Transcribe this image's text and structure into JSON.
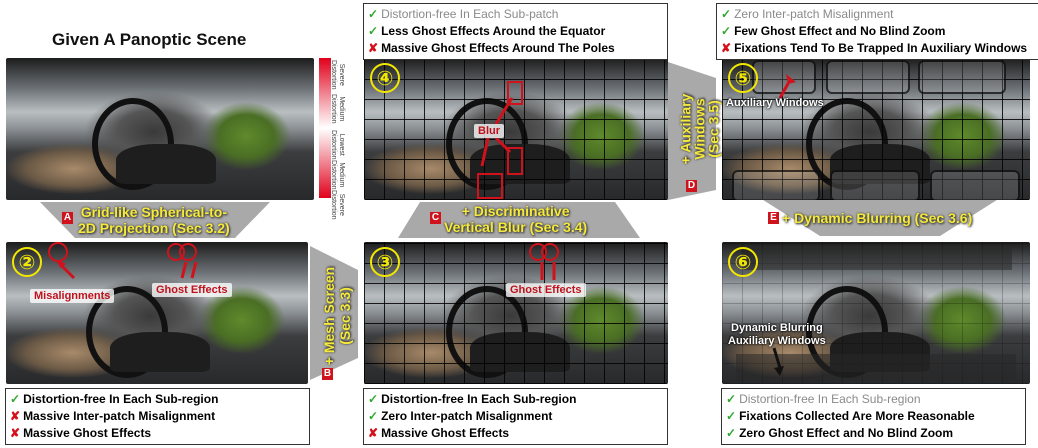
{
  "title": "Given A Panoptic Scene",
  "scale": {
    "severe_top": "Severe\nDistortion",
    "medium_top": "Medium\nDistortion",
    "lowest": "Lowest\nDistortion",
    "medium_bottom": "Medium\nDistortion",
    "severe_bottom": "Severe\nDistortion"
  },
  "steps": {
    "A": {
      "tag": "A",
      "text": "Grid-like Spherical-to-\n2D Projection (Sec 3.2)"
    },
    "B": {
      "tag": "B",
      "text": "+ Mesh Screen\n(Sec 3.3)"
    },
    "C": {
      "tag": "C",
      "text": "+ Discriminative\nVertical Blur (Sec 3.4)"
    },
    "D": {
      "tag": "D",
      "text": "+ Auxiliary\nWindows\n(Sec 3.5)"
    },
    "E": {
      "tag": "E",
      "text": "+ Dynamic Blurring (Sec 3.6)"
    }
  },
  "panels": {
    "p2": {
      "num": "②",
      "labels": {
        "misalign": "Misalignments",
        "ghost": "Ghost Effects"
      }
    },
    "p3": {
      "num": "③",
      "labels": {
        "ghost": "Ghost Effects"
      }
    },
    "p4": {
      "num": "④",
      "labels": {
        "blur": "Blur"
      }
    },
    "p5": {
      "num": "⑤",
      "labels": {
        "aux": "Auxiliary Windows"
      }
    },
    "p6": {
      "num": "⑥",
      "labels": {
        "dyn": "Dynamic Blurring\nAuxiliary Windows"
      }
    }
  },
  "boxes": {
    "box2": [
      {
        "mark": "✓",
        "kind": "check",
        "text": "Distortion-free In Each Sub-region",
        "muted": false
      },
      {
        "mark": "✘",
        "kind": "cross",
        "text": "Massive Inter-patch Misalignment",
        "muted": false
      },
      {
        "mark": "✘",
        "kind": "cross",
        "text": "Massive Ghost Effects",
        "muted": false
      }
    ],
    "box3": [
      {
        "mark": "✓",
        "kind": "check",
        "text": "Distortion-free In Each Sub-region",
        "muted": false
      },
      {
        "mark": "✓",
        "kind": "check",
        "text": "Zero Inter-patch Misalignment",
        "muted": false
      },
      {
        "mark": "✘",
        "kind": "cross",
        "text": "Massive Ghost Effects",
        "muted": false
      }
    ],
    "box4": [
      {
        "mark": "✓",
        "kind": "check",
        "text": "Distortion-free In Each Sub-patch",
        "muted": true
      },
      {
        "mark": "✓",
        "kind": "check",
        "text": "Less Ghost Effects Around the Equator",
        "muted": false
      },
      {
        "mark": "✘",
        "kind": "cross",
        "text": "Massive Ghost Effects Around The Poles",
        "muted": false
      }
    ],
    "box5": [
      {
        "mark": "✓",
        "kind": "check",
        "text": "Zero Inter-patch Misalignment",
        "muted": true
      },
      {
        "mark": "✓",
        "kind": "check",
        "text": "Few Ghost Effect and No Blind Zoom",
        "muted": false
      },
      {
        "mark": "✘",
        "kind": "cross",
        "text": "Fixations Tend To Be Trapped In Auxiliary Windows",
        "muted": false
      }
    ],
    "box6": [
      {
        "mark": "✓",
        "kind": "check",
        "text": "Distortion-free In Each Sub-region",
        "muted": true
      },
      {
        "mark": "✓",
        "kind": "check",
        "text": "Fixations Collected Are More Reasonable",
        "muted": false
      },
      {
        "mark": "✓",
        "kind": "check",
        "text": "Zero Ghost Effect and No Blind Zoom",
        "muted": false
      }
    ]
  }
}
